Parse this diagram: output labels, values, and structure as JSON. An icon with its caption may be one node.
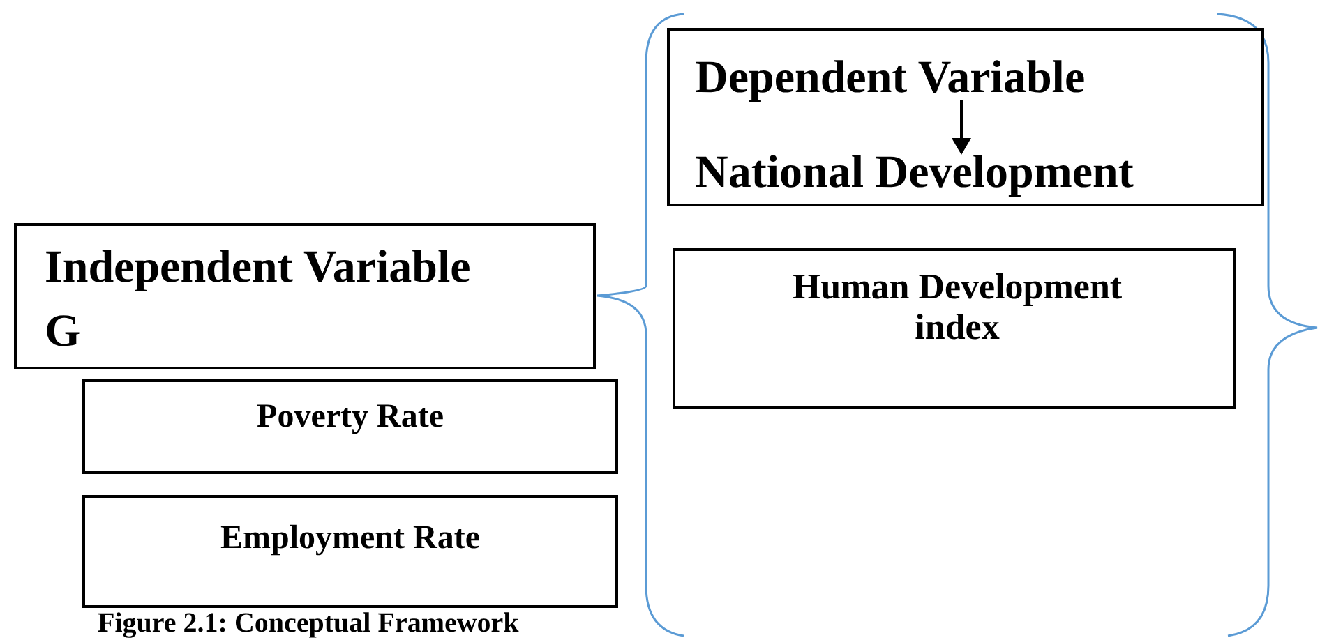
{
  "diagram": {
    "caption": "Figure 2.1: Conceptual Framework",
    "nodes": [
      {
        "text": [
          "Independent Variable",
          "G"
        ]
      },
      {
        "text": [
          "Poverty Rate"
        ]
      },
      {
        "text": [
          "Employment Rate"
        ]
      },
      {
        "text": [
          "Dependent Variable",
          "National Development"
        ]
      },
      {
        "text": [
          "Human Development index"
        ]
      }
    ]
  }
}
